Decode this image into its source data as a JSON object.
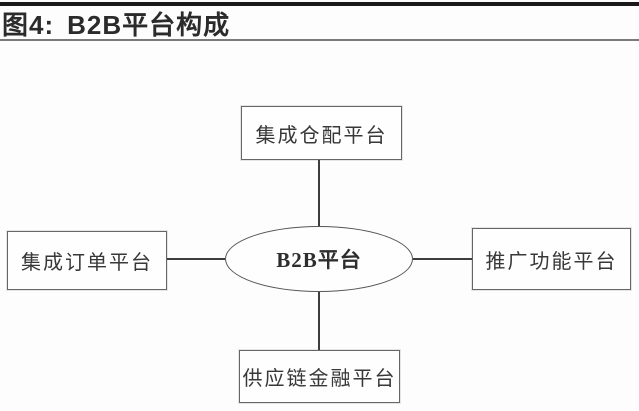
{
  "header": {
    "figure_label": "图4:",
    "title": "B2B平台构成"
  },
  "diagram": {
    "center": {
      "label": "B2B平台"
    },
    "nodes": [
      {
        "position": "top",
        "label": "集成仓配平台"
      },
      {
        "position": "left",
        "label": "集成订单平台"
      },
      {
        "position": "right",
        "label": "推广功能平台"
      },
      {
        "position": "bottom",
        "label": "供应链金融平台"
      }
    ]
  },
  "colors": {
    "top_bar": "#1a1a1a",
    "header_text": "#2b2b2b",
    "header_rule": "#7a7a7a",
    "node_border": "#666666",
    "connector": "#3d3d3d",
    "node_text": "#383838",
    "background": "#fdfdfd"
  }
}
